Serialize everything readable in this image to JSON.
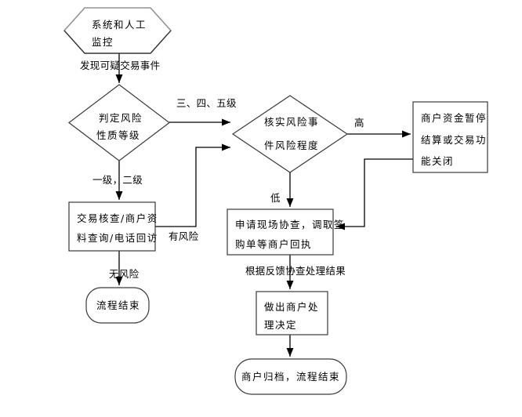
{
  "diagram": {
    "background_color": "#ffffff",
    "line_color": "#000000",
    "text_color": "#000000",
    "nodes": {
      "monitor": {
        "shape": "hexagon",
        "line1": "系统和人工",
        "line2": "监控"
      },
      "judge": {
        "shape": "diamond",
        "line1": "判定风险",
        "line2": "性质等级"
      },
      "verify": {
        "shape": "diamond",
        "line1": "核实风险事",
        "line2": "件风险程度"
      },
      "suspend": {
        "shape": "process",
        "line1": "商户资金暂停",
        "line2": "结算或交易功",
        "line3": "能关闭"
      },
      "check": {
        "shape": "process",
        "line1": "交易核查/商户资",
        "line2": "料查询/电话回访"
      },
      "onsite": {
        "shape": "process",
        "line1": "申请现场协查，调取签",
        "line2": "购单等商户回执"
      },
      "decide": {
        "shape": "process",
        "line1": "做出商户处",
        "line2": "理决定"
      },
      "end_simple": {
        "shape": "terminator",
        "line1": "流程结束"
      },
      "end_archive": {
        "shape": "terminator",
        "line1": "商户归档，流程结束"
      }
    },
    "edge_labels": {
      "suspicious": "发现可疑交易事件",
      "level_345": "三、四、五级",
      "level_12": "一级，二级",
      "high": "高",
      "low": "低",
      "risky": "有风险",
      "no_risk": "无风险",
      "feedback": "根据反馈协查处理结果"
    }
  }
}
